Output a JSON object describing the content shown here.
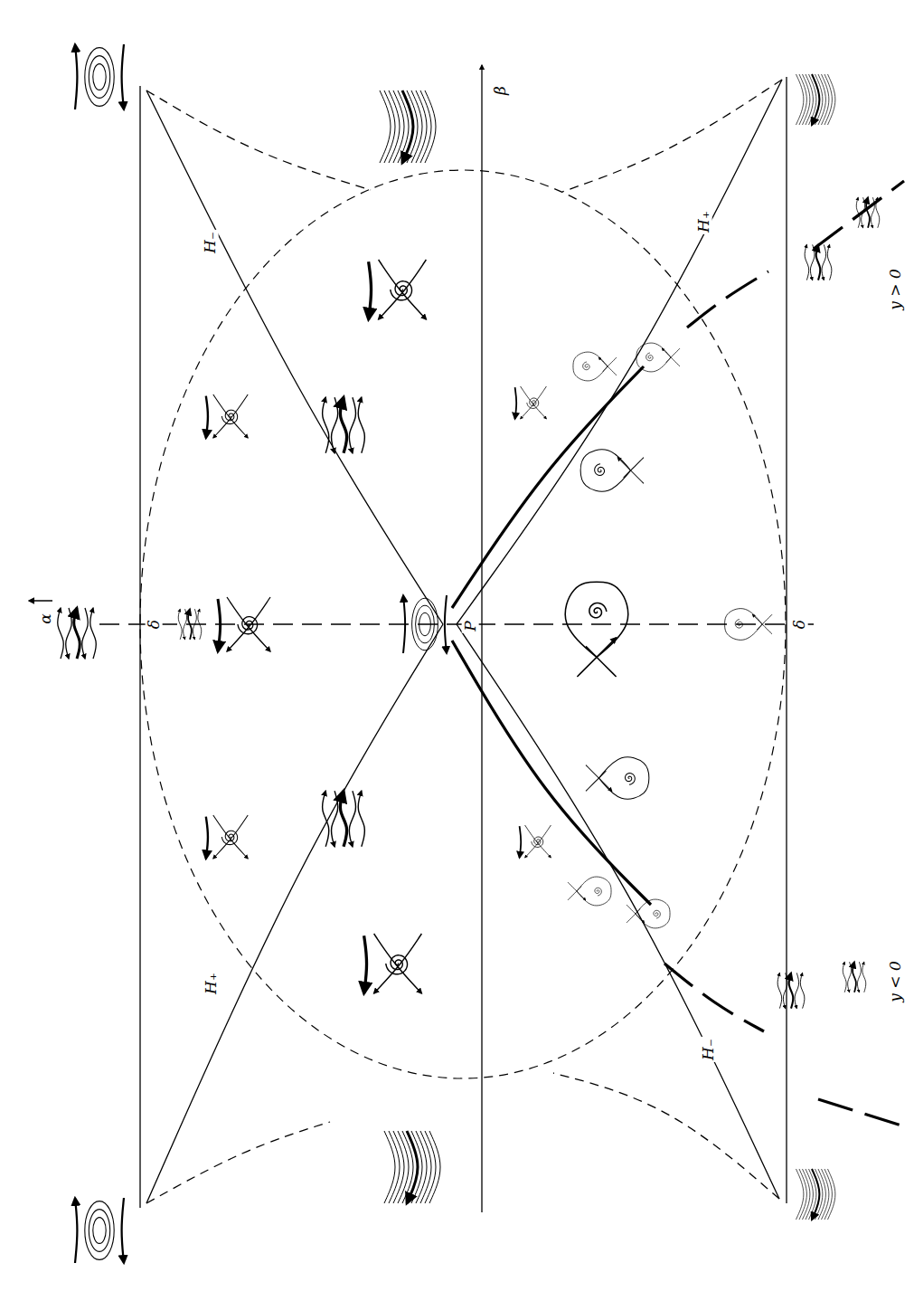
{
  "diagram": {
    "labels": [
      "α",
      "β",
      "δ",
      "P",
      "δ",
      "H₋",
      "H₊",
      "H₊",
      "H₋",
      "y > 0",
      "y < 0"
    ]
  }
}
